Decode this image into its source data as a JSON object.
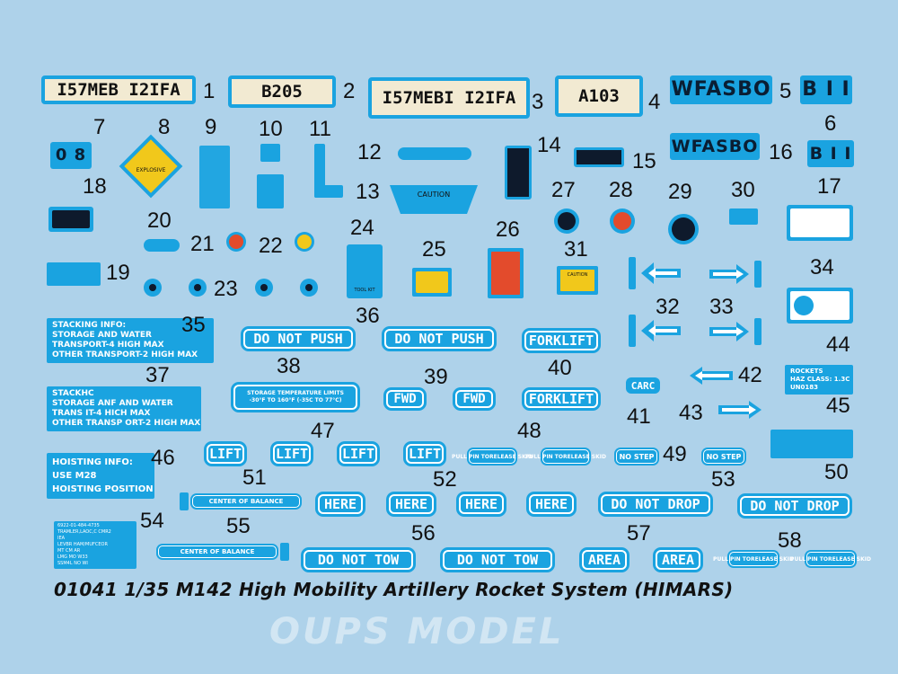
{
  "decals": {
    "d1": "I57MEB I2IFA",
    "d2": "B205",
    "d3": "I57MEBI I2IFA",
    "d4": "A103",
    "d5": "WFASBO",
    "d5b": "B I I",
    "d6": "B I I",
    "d16": "WFASBO",
    "d7": "0 8",
    "d8": "EXPLOSIVE",
    "d13": "CAUTION",
    "d24": "TOOL KIT",
    "d31": "CAUTION",
    "d35": [
      "STACKING INFO:",
      "STORAGE AND WATER",
      "TRANSPORT-4 HIGH MAX",
      "OTHER TRANSPORT-2 HIGH MAX"
    ],
    "d37": [
      "STACKHC",
      "STORAGE ANF AND WATER",
      "TRANS IT-4 HICH MAX",
      "OTHER TRANSP ORT-2 HIGH MAX"
    ],
    "d36a": "DO NOT PUSH",
    "d36b": "DO NOT PUSH",
    "forklift1": "FORKLIFT",
    "forklift2": "FORKLIFT",
    "d38": "STORAGE TEMPERATURE LIMITS",
    "d38b": "-30°F TO 160°F (-35C TO 77°C)",
    "fwd1": "FWD",
    "fwd2": "FWD",
    "carc": "CARC",
    "d44": [
      "ROCKETS",
      "HAZ CLASS: 1.3C",
      "UN0183"
    ],
    "d46": [
      "HOISTING INFO:",
      "USE M28",
      "HOISTING POSITION"
    ],
    "lift": [
      "LIFT",
      "LIFT",
      "LIFT",
      "LIFT"
    ],
    "pull1": "PULL PIN TORELEASE SKID",
    "pull2": "PULL PIN TORELEASE SKID",
    "nostep1": "NO STEP",
    "nostep2": "NO STEP",
    "cob1": "CENTER OF BALANCE",
    "cob2": "CENTER OF BALANCE",
    "here": [
      "HERE",
      "HERE",
      "HERE",
      "HERE"
    ],
    "dnd1": "DO NOT DROP",
    "dnd2": "DO NOT DROP",
    "dnt1": "DO NOT TOW",
    "dnt2": "DO NOT TOW",
    "area1": "AREA",
    "area2": "AREA",
    "pull3": "PULL PIN TORELEASE SKID",
    "pull4": "PULL PIN TORELEASE SKID",
    "d54": [
      "6922-01-484-4735",
      "TRAMLER,LAOC,C CMR2",
      "IEA",
      "LEVBR HAM/MUFCEOR",
      "MT CM AR",
      "LMG MO W33",
      "SSM4L NO WI"
    ]
  },
  "numbers": [
    "1",
    "2",
    "3",
    "4",
    "5",
    "6",
    "7",
    "8",
    "9",
    "10",
    "11",
    "12",
    "13",
    "14",
    "15",
    "16",
    "17",
    "18",
    "19",
    "20",
    "21",
    "22",
    "23",
    "24",
    "25",
    "26",
    "27",
    "28",
    "29",
    "30",
    "31",
    "32",
    "33",
    "34",
    "35",
    "36",
    "37",
    "38",
    "39",
    "40",
    "41",
    "42",
    "43",
    "44",
    "45",
    "46",
    "47",
    "48",
    "49",
    "50",
    "51",
    "52",
    "53",
    "54",
    "55",
    "56",
    "57",
    "58"
  ],
  "footer": "01041 1/35 M142 High Mobility Artillery Rocket System (HIMARS)",
  "watermark": "OUPS MODEL",
  "colors": {
    "background": "#aed2ea",
    "decal_blue": "#1aa3e0",
    "cream": "#f2ead2",
    "red": "#e34b2c",
    "yellow": "#f1c81b"
  }
}
